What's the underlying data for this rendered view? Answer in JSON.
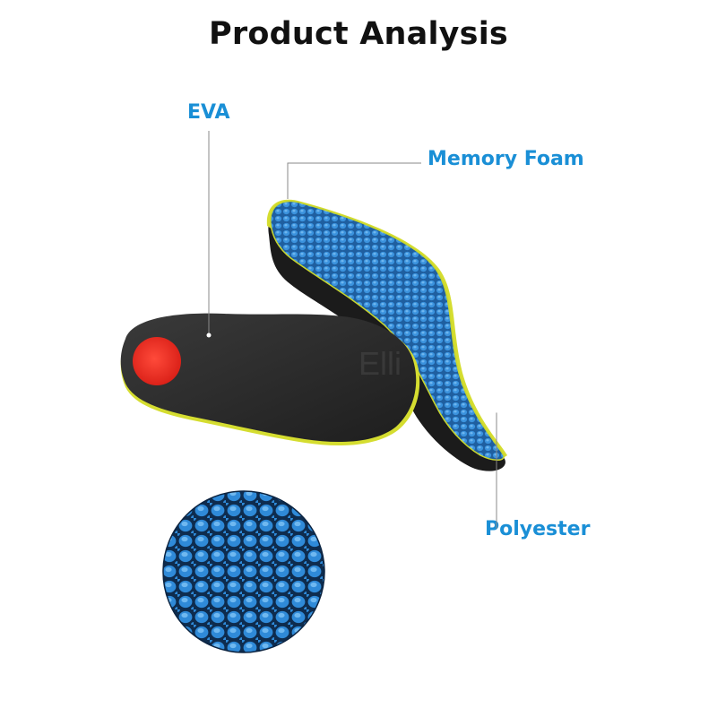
{
  "title": "Product Analysis",
  "labels": {
    "eva": "EVA",
    "memory_foam": "Memory Foam",
    "polyester": "Polyester"
  },
  "colors": {
    "label": "#1a8fd6",
    "insole_top": "#2f86d6",
    "insole_bottom": "#2b2b2b",
    "heel_pad": "#e8261e",
    "edge": "#d8df2a"
  }
}
